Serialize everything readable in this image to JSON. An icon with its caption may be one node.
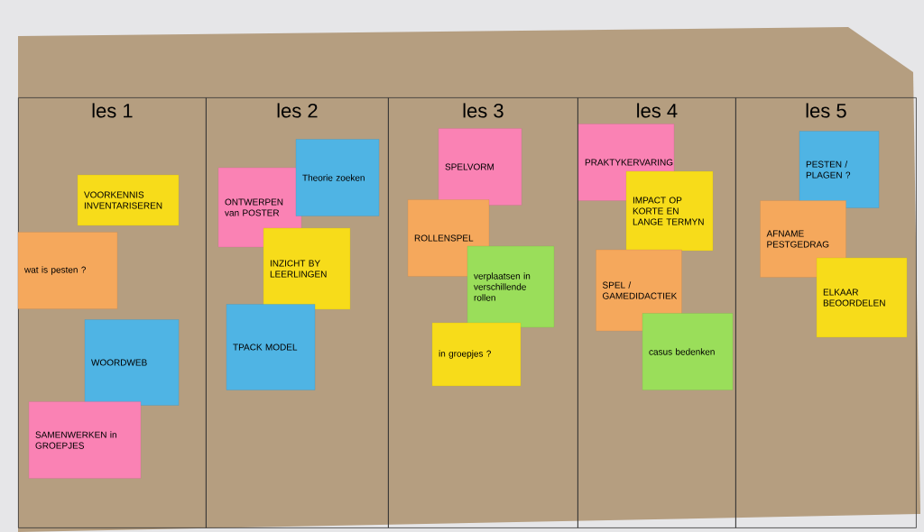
{
  "diagram": {
    "nodes": [
      {
        "text": [
          "les 1"
        ]
      },
      {
        "text": [
          "VOORKENNIS INVENTARISEREN"
        ],
        "in": 0
      },
      {
        "text": [
          "wat is pesten ?"
        ],
        "in": 0
      },
      {
        "text": [
          "WOORDWEB"
        ],
        "in": 0
      },
      {
        "text": [
          "SAMENWERKEN in GROEPJES"
        ],
        "in": 0
      },
      {
        "text": [
          "les 2"
        ]
      },
      {
        "text": [
          "ONTWERPEN van POSTER"
        ],
        "in": 5
      },
      {
        "text": [
          "Theorie zoeken"
        ],
        "in": 5
      },
      {
        "text": [
          "INZICHT BY LEERLINGEN"
        ],
        "in": 5
      },
      {
        "text": [
          "TPACK MODEL"
        ],
        "in": 5
      },
      {
        "text": [
          "les 3"
        ]
      },
      {
        "text": [
          "SPELVORM"
        ],
        "in": 10
      },
      {
        "text": [
          "ROLLENSPEL"
        ],
        "in": 10
      },
      {
        "text": [
          "verplaatsen in verschillende rollen"
        ],
        "in": 10
      },
      {
        "text": [
          "in groepjes ?"
        ],
        "in": 10
      },
      {
        "text": [
          "les 4"
        ]
      },
      {
        "text": [
          "PRAKTYKERVARING"
        ],
        "in": 15
      },
      {
        "text": [
          "IMPACT OP KORTE EN LANGE TERMYN"
        ],
        "in": 15
      },
      {
        "text": [
          "SPEL / GAMEDIDACTIEK"
        ],
        "in": 15
      },
      {
        "text": [
          "casus bedenken"
        ],
        "in": 15
      },
      {
        "text": [
          "les 5"
        ]
      },
      {
        "text": [
          "PESTEN / PLAGEN ?"
        ],
        "in": 20
      },
      {
        "text": [
          "AFNAME PESTGEDRAG"
        ],
        "in": 20
      },
      {
        "text": [
          "ELKAAR BEOORDELEN"
        ],
        "in": 20
      }
    ]
  }
}
